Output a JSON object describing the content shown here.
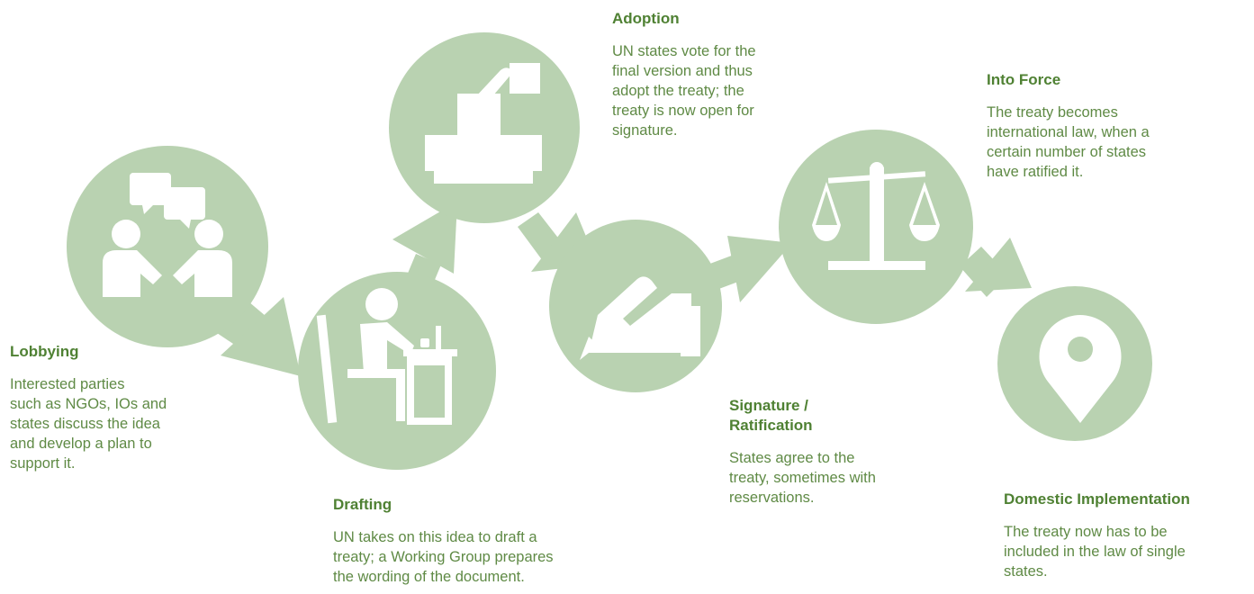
{
  "colors": {
    "accent_fill": "#b9d2b1",
    "icon_fill": "#ffffff",
    "title_text": "#4f8133",
    "body_text": "#5f8a45"
  },
  "steps": [
    {
      "id": "lobbying",
      "icon": "people-discussion-icon",
      "title": "Lobbying",
      "body": "Interested parties\nsuch as NGOs, IOs and\nstates discuss the idea\nand develop a plan to\nsupport it."
    },
    {
      "id": "drafting",
      "icon": "person-writing-at-desk-icon",
      "title": "Drafting",
      "body": "UN takes on this idea to draft a\ntreaty; a Working Group prepares\nthe wording of the document."
    },
    {
      "id": "adoption",
      "icon": "ballot-box-icon",
      "title": "Adoption",
      "body": "UN states vote for the\nfinal version and thus\nadopt the treaty; the\ntreaty is now open for\nsignature."
    },
    {
      "id": "signature",
      "icon": "hand-signing-icon",
      "title": "Signature /\nRatification",
      "body": "States agree to the\ntreaty, sometimes with\nreservations."
    },
    {
      "id": "into-force",
      "icon": "scales-of-justice-icon",
      "title": "Into Force",
      "body": "The treaty becomes\ninternational law, when a\ncertain number of states\nhave ratified it."
    },
    {
      "id": "implementation",
      "icon": "location-pin-icon",
      "title": "Domestic Implementation",
      "body": "The treaty now has to be\nincluded in the law of single\nstates."
    }
  ]
}
